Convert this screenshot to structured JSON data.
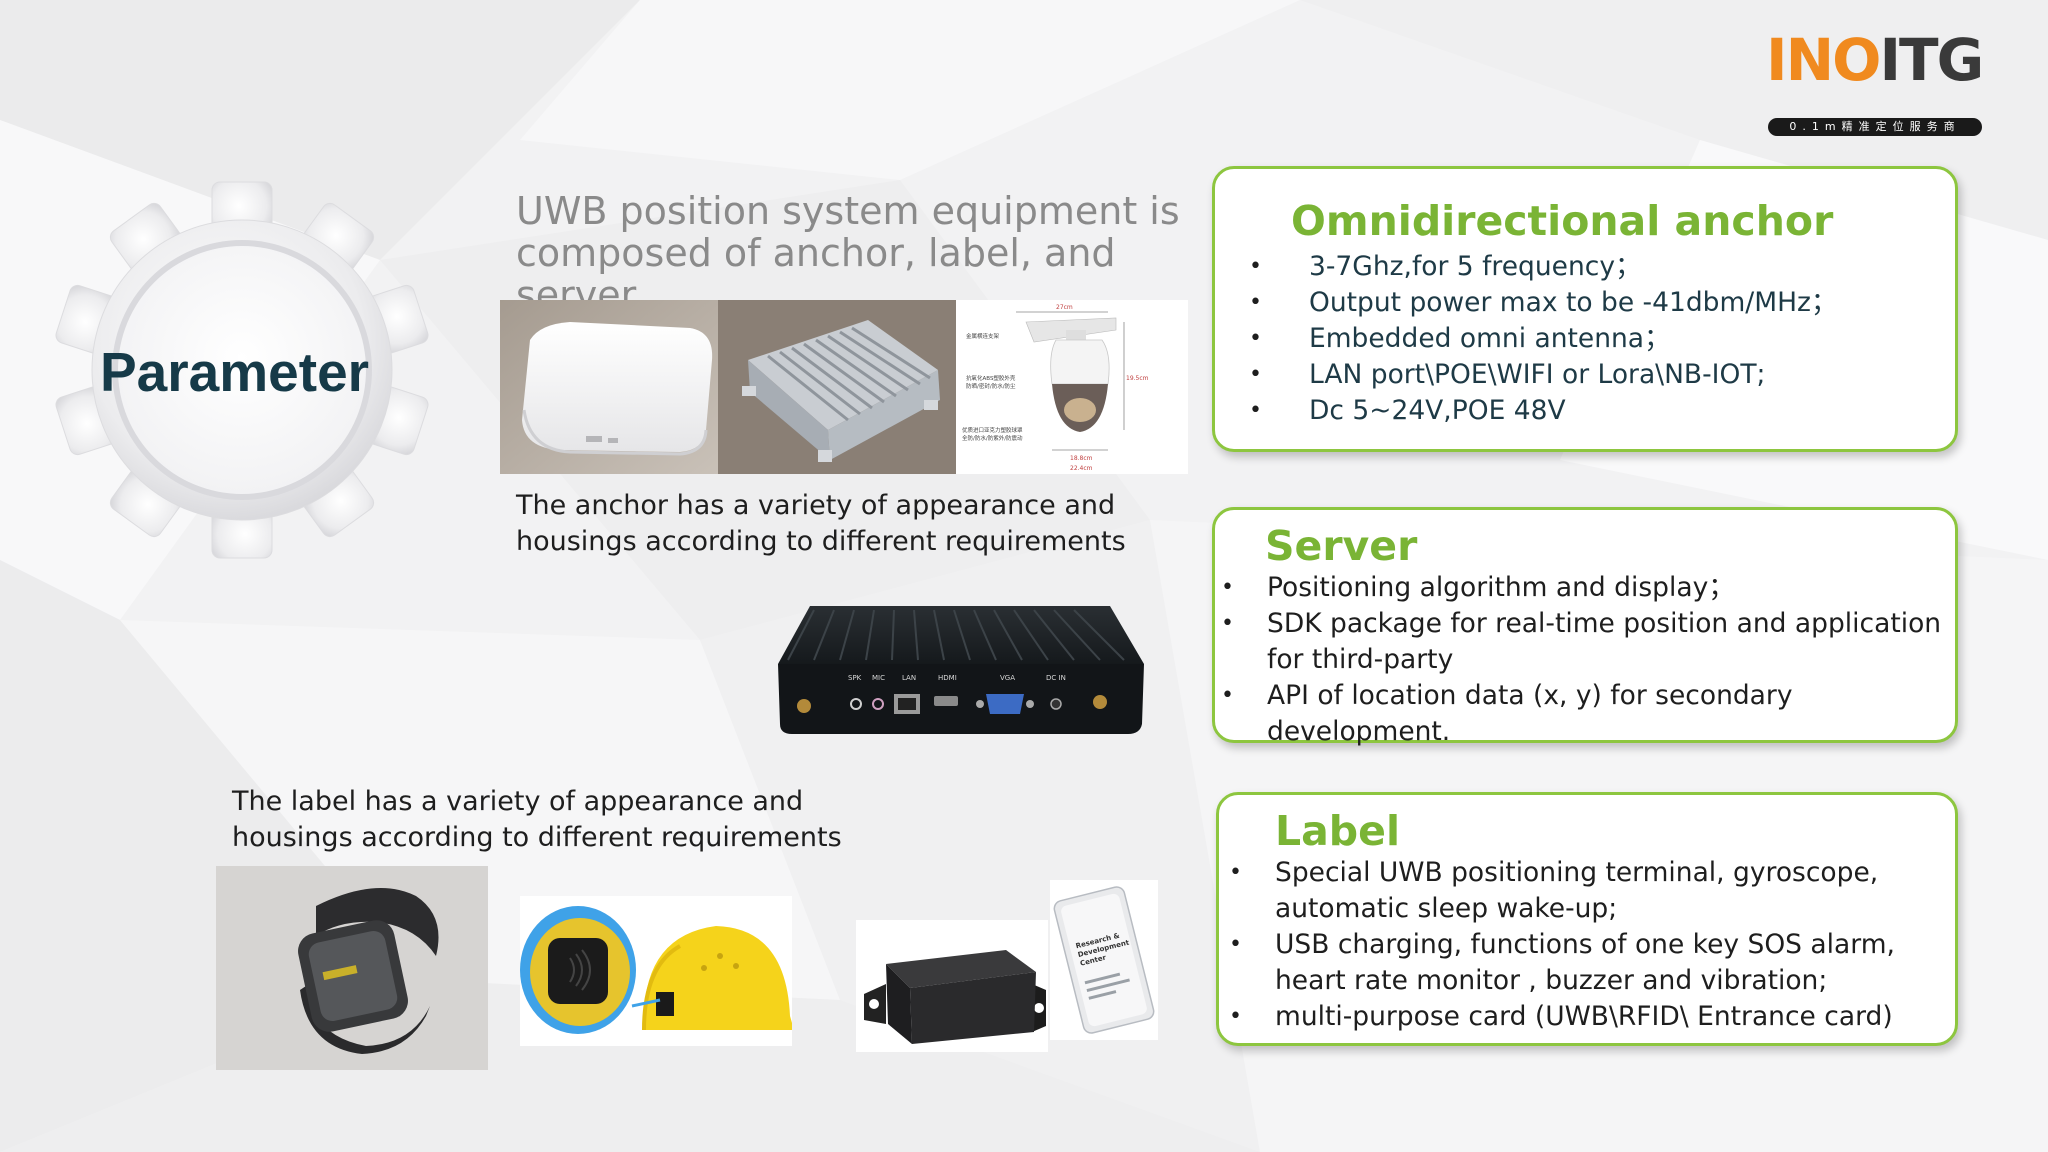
{
  "logo": {
    "word_orange": "INO",
    "word_dark": "ITG",
    "tagline": "0.1m精准定位服务商"
  },
  "gear": {
    "title": "Parameter",
    "icon": "gear-icon"
  },
  "intro": {
    "text": "UWB position system equipment is composed of anchor, label, and server"
  },
  "captions": {
    "anchor": "The anchor has a variety of appearance and housings according to different requirements",
    "label": "The label has a variety of appearance and housings according to different requirements"
  },
  "cards": {
    "anchor": {
      "title": "Omnidirectional anchor",
      "items": [
        "3-7Ghz,for 5 frequency；",
        "Output power max to be -41dbm/MHz；",
        "Embedded omni antenna；",
        "LAN port\\POE\\WIFI or Lora\\NB-IOT;",
        "Dc 5~24V,POE 48V"
      ]
    },
    "server": {
      "title": "Server",
      "items": [
        "Positioning algorithm and display；",
        "SDK package for real-time position and application for third-party",
        "API of location data (x, y) for secondary development."
      ]
    },
    "label": {
      "title": "Label",
      "items": [
        "Special UWB positioning terminal, gyroscope, automatic sleep wake-up;",
        "USB charging, functions of one key SOS alarm, heart rate monitor , buzzer and vibration;",
        "multi-purpose card (UWB\\RFID\\ Entrance card)"
      ]
    }
  },
  "diagram": {
    "dim_top": "27cm",
    "dim_right": "19.5cm",
    "dim_bottom1": "18.8cm",
    "dim_bottom2": "22.4cm",
    "note1": "金属横连支架",
    "note2": "抗氧化ABS塑胶外壳",
    "note3": "防晒/密封/防水/防尘",
    "note4": "优质进口亚克力塑胶球罩",
    "note5": "全防/防水/防紫外/防震动"
  },
  "server_ports": {
    "spk": "SPK",
    "mic": "MIC",
    "lan": "LAN",
    "hdmi": "HDMI",
    "vga": "VGA",
    "dcin": "DC IN"
  },
  "card_photo": {
    "line1": "Research &",
    "line2": "Development",
    "line3": "Center"
  },
  "colors": {
    "accent_green": "#8dc63f",
    "title_green": "#7ab435",
    "dark_teal": "#163a48",
    "logo_orange": "#f08a1f"
  }
}
